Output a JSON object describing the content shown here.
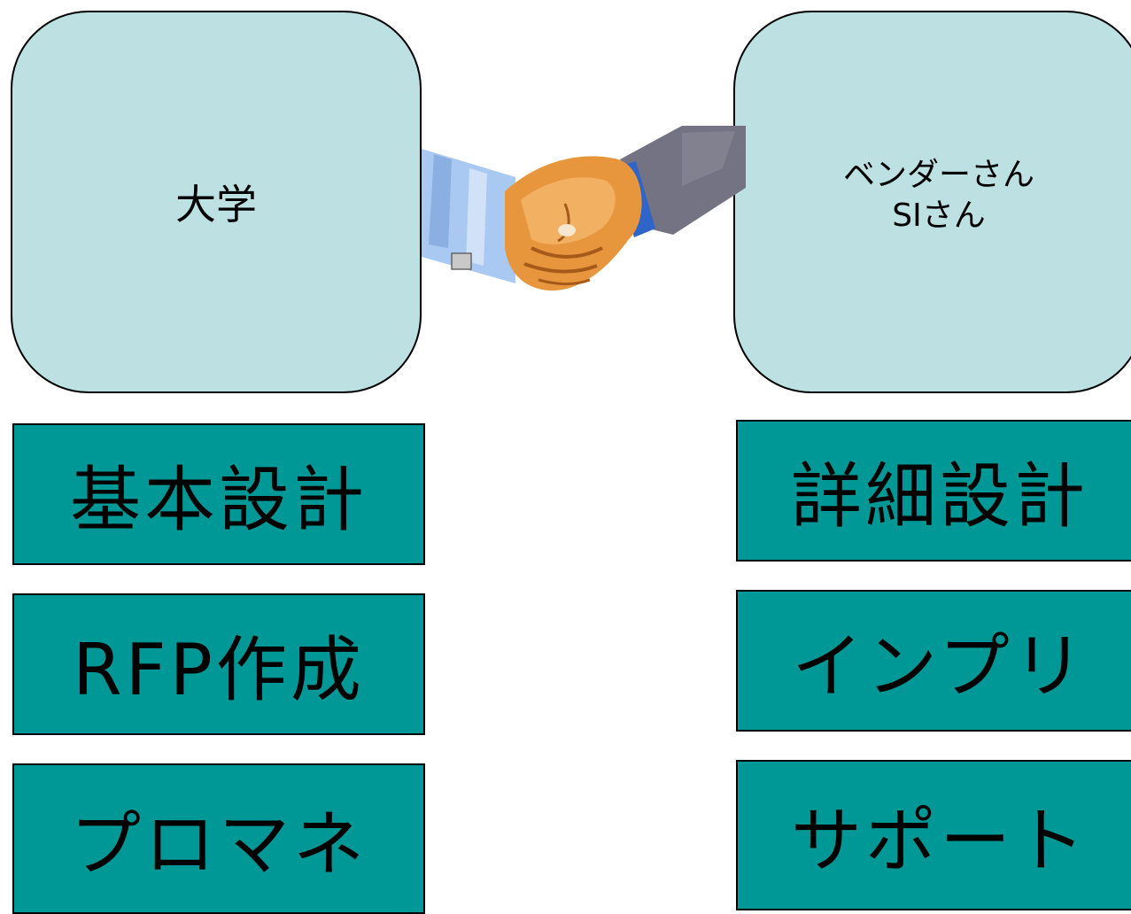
{
  "university": {
    "label": "大学"
  },
  "vendor": {
    "line1": "ベンダーさん",
    "line2": "SIさん"
  },
  "university_tasks": [
    {
      "label": "基本設計"
    },
    {
      "label": "RFP作成"
    },
    {
      "label": "プロマネ"
    }
  ],
  "vendor_tasks": [
    {
      "label": "詳細設計"
    },
    {
      "label": "インプリ"
    },
    {
      "label": "サポート"
    }
  ],
  "colors": {
    "party_fill": "#bde1e3",
    "task_fill": "#009896",
    "outline": "#000000",
    "skin": "#e8963e",
    "left_sleeve": "#a9c9f2",
    "right_sleeve": "#707080"
  },
  "icons": {
    "center": "handshake-icon"
  }
}
